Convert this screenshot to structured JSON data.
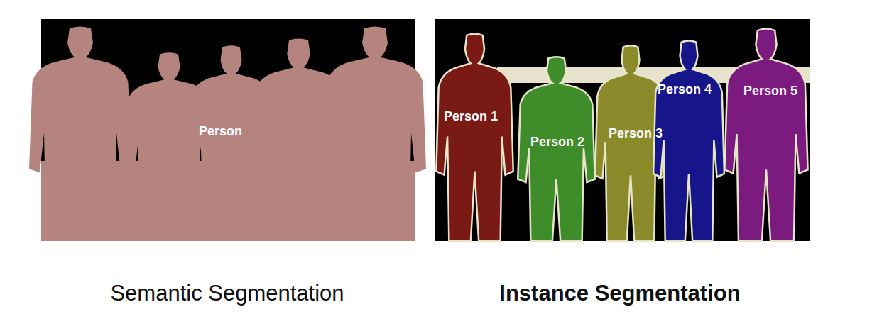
{
  "diagram": {
    "nodes": [
      {
        "text": [
          "Person"
        ]
      },
      {
        "text": [
          "Person 1"
        ]
      },
      {
        "text": [
          "Person 2"
        ]
      },
      {
        "text": [
          "Person 3"
        ]
      },
      {
        "text": [
          "Person 4"
        ]
      },
      {
        "text": [
          "Person 5"
        ]
      }
    ],
    "labels": [
      "Semantic Segmentation",
      "Instance Segmentation"
    ]
  }
}
